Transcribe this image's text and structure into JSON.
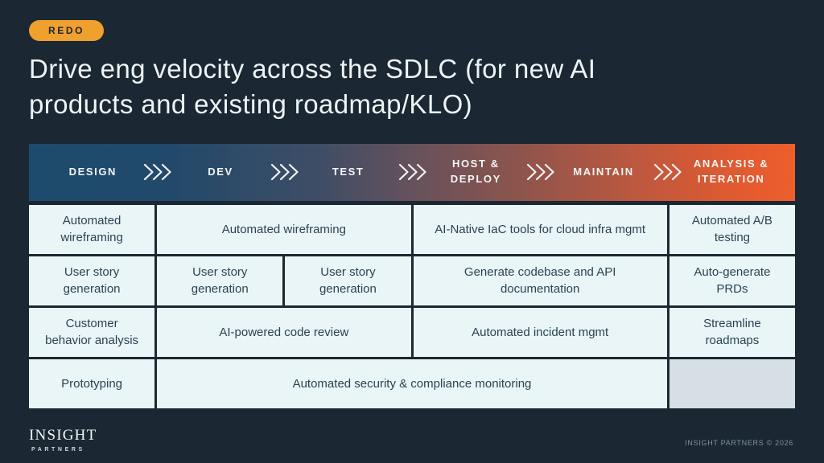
{
  "badge": {
    "label": "REDO"
  },
  "title": "Drive eng velocity across the SDLC (for new AI products and existing roadmap/KLO)",
  "colors": {
    "background": "#1b2732",
    "badge": "#efa02d",
    "header_gradient_start": "#1d4b6d",
    "header_gradient_end": "#ee5e2b",
    "cell_background": "#eaf5f8",
    "empty_cell_background": "#d5dfe4",
    "cell_text": "#2a4353",
    "title_text": "#eef3f5"
  },
  "table": {
    "phases": [
      {
        "label": "DESIGN"
      },
      {
        "label": "DEV"
      },
      {
        "label": "TEST"
      },
      {
        "label": "HOST & DEPLOY"
      },
      {
        "label": "MAINTAIN"
      },
      {
        "label": "ANALYSIS & ITERATION"
      }
    ],
    "rows": [
      {
        "cells": [
          {
            "text": "Automated wireframing"
          },
          {
            "text": "Automated wireframing"
          },
          {
            "text": "AI-Native IaC tools for cloud infra mgmt"
          },
          {
            "text": "Automated A/B testing"
          }
        ]
      },
      {
        "cells": [
          {
            "text": "User story generation"
          },
          {
            "text": "User story generation"
          },
          {
            "text": "User story generation"
          },
          {
            "text": "Generate codebase and API documentation"
          },
          {
            "text": "Auto-generate PRDs"
          }
        ]
      },
      {
        "cells": [
          {
            "text": "Customer behavior analysis"
          },
          {
            "text": "AI-powered code review"
          },
          {
            "text": "Automated incident mgmt"
          },
          {
            "text": "Streamline roadmaps"
          }
        ]
      },
      {
        "cells": [
          {
            "text": "Prototyping"
          },
          {
            "text": "Automated security & compliance monitoring"
          },
          {
            "text": ""
          }
        ]
      }
    ]
  },
  "footer": {
    "logo_primary": "INSIGHT",
    "logo_secondary": "PARTNERS",
    "copyright": "INSIGHT PARTNERS © 2026"
  }
}
